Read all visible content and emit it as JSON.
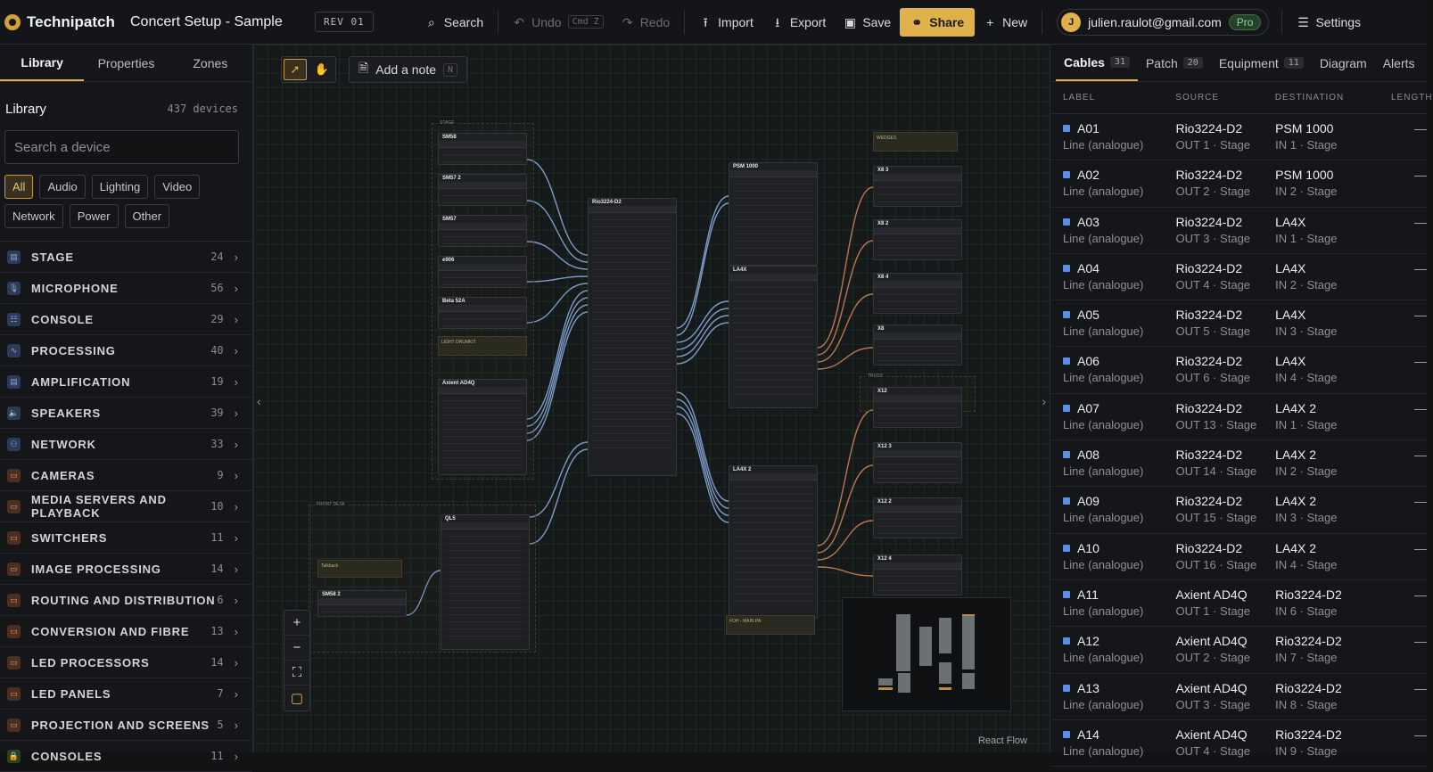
{
  "app": {
    "name": "Technipatch",
    "project_title": "Concert Setup - Sample",
    "revision": "REV 01"
  },
  "toolbar": {
    "search": "Search",
    "undo": "Undo",
    "undo_kbd": "Cmd Z",
    "redo": "Redo",
    "import": "Import",
    "export": "Export",
    "save": "Save",
    "share": "Share",
    "new": "New",
    "user_initial": "J",
    "user_email": "julien.raulot@gmail.com",
    "plan": "Pro",
    "settings": "Settings"
  },
  "left": {
    "tabs": [
      "Library",
      "Properties",
      "Zones"
    ],
    "title": "Library",
    "count": "437 devices",
    "search_placeholder": "Search a device",
    "filters": [
      "All",
      "Audio",
      "Lighting",
      "Video",
      "Network",
      "Power",
      "Other"
    ],
    "categories": [
      {
        "name": "STAGE",
        "count": "24"
      },
      {
        "name": "MICROPHONE",
        "count": "56"
      },
      {
        "name": "CONSOLE",
        "count": "29"
      },
      {
        "name": "PROCESSING",
        "count": "40"
      },
      {
        "name": "AMPLIFICATION",
        "count": "19"
      },
      {
        "name": "SPEAKERS",
        "count": "39"
      },
      {
        "name": "NETWORK",
        "count": "33"
      },
      {
        "name": "CAMERAS",
        "count": "9"
      },
      {
        "name": "MEDIA SERVERS AND PLAYBACK",
        "count": "10"
      },
      {
        "name": "SWITCHERS",
        "count": "11"
      },
      {
        "name": "IMAGE PROCESSING",
        "count": "14"
      },
      {
        "name": "ROUTING AND DISTRIBUTION",
        "count": "6"
      },
      {
        "name": "CONVERSION AND FIBRE",
        "count": "13"
      },
      {
        "name": "LED PROCESSORS",
        "count": "14"
      },
      {
        "name": "LED PANELS",
        "count": "7"
      },
      {
        "name": "PROJECTION AND SCREENS",
        "count": "5"
      },
      {
        "name": "CONSOLES",
        "count": "11"
      }
    ]
  },
  "canvas": {
    "add_note": "Add a note",
    "add_note_kbd": "N",
    "react_flow": "React Flow",
    "nodes": [
      {
        "title": "SM58"
      },
      {
        "title": "SM57 2"
      },
      {
        "title": "SM57"
      },
      {
        "title": "e906"
      },
      {
        "title": "Beta 52A"
      },
      {
        "title": "Axient AD4Q"
      },
      {
        "title": "Rio3224-D2"
      },
      {
        "title": "PSM 1000"
      },
      {
        "title": "LA4X"
      },
      {
        "title": "LA4X 2"
      },
      {
        "title": "QL5"
      },
      {
        "title": "SM58 2"
      },
      {
        "title": "X8 3"
      },
      {
        "title": "X8 2"
      },
      {
        "title": "X8 4"
      },
      {
        "title": "X8"
      },
      {
        "title": "X12"
      },
      {
        "title": "X12 3"
      },
      {
        "title": "X12 2"
      },
      {
        "title": "X12 4"
      }
    ],
    "notes": [
      "LIGHT DRUMKIT",
      "Talkback",
      "FOH - MAIN PA",
      "WEDGES"
    ],
    "groups": [
      "STAGE",
      "FRONT DESK",
      "TRUSS"
    ]
  },
  "right": {
    "tabs": [
      {
        "label": "Cables",
        "count": "31"
      },
      {
        "label": "Patch",
        "count": "20"
      },
      {
        "label": "Equipment",
        "count": "11"
      },
      {
        "label": "Diagram",
        "count": ""
      },
      {
        "label": "Alerts",
        "count": ""
      }
    ],
    "columns": [
      "LABEL",
      "SOURCE",
      "DESTINATION",
      "LENGTH"
    ],
    "rows": [
      {
        "label": "A01",
        "type": "Line (analogue)",
        "src": "Rio3224-D2",
        "src_port": "OUT 1 · Stage",
        "dst": "PSM 1000",
        "dst_port": "IN 1 · Stage",
        "len": "—"
      },
      {
        "label": "A02",
        "type": "Line (analogue)",
        "src": "Rio3224-D2",
        "src_port": "OUT 2 · Stage",
        "dst": "PSM 1000",
        "dst_port": "IN 2 · Stage",
        "len": "—"
      },
      {
        "label": "A03",
        "type": "Line (analogue)",
        "src": "Rio3224-D2",
        "src_port": "OUT 3 · Stage",
        "dst": "LA4X",
        "dst_port": "IN 1 · Stage",
        "len": "—"
      },
      {
        "label": "A04",
        "type": "Line (analogue)",
        "src": "Rio3224-D2",
        "src_port": "OUT 4 · Stage",
        "dst": "LA4X",
        "dst_port": "IN 2 · Stage",
        "len": "—"
      },
      {
        "label": "A05",
        "type": "Line (analogue)",
        "src": "Rio3224-D2",
        "src_port": "OUT 5 · Stage",
        "dst": "LA4X",
        "dst_port": "IN 3 · Stage",
        "len": "—"
      },
      {
        "label": "A06",
        "type": "Line (analogue)",
        "src": "Rio3224-D2",
        "src_port": "OUT 6 · Stage",
        "dst": "LA4X",
        "dst_port": "IN 4 · Stage",
        "len": "—"
      },
      {
        "label": "A07",
        "type": "Line (analogue)",
        "src": "Rio3224-D2",
        "src_port": "OUT 13 · Stage",
        "dst": "LA4X 2",
        "dst_port": "IN 1 · Stage",
        "len": "—"
      },
      {
        "label": "A08",
        "type": "Line (analogue)",
        "src": "Rio3224-D2",
        "src_port": "OUT 14 · Stage",
        "dst": "LA4X 2",
        "dst_port": "IN 2 · Stage",
        "len": "—"
      },
      {
        "label": "A09",
        "type": "Line (analogue)",
        "src": "Rio3224-D2",
        "src_port": "OUT 15 · Stage",
        "dst": "LA4X 2",
        "dst_port": "IN 3 · Stage",
        "len": "—"
      },
      {
        "label": "A10",
        "type": "Line (analogue)",
        "src": "Rio3224-D2",
        "src_port": "OUT 16 · Stage",
        "dst": "LA4X 2",
        "dst_port": "IN 4 · Stage",
        "len": "—"
      },
      {
        "label": "A11",
        "type": "Line (analogue)",
        "src": "Axient AD4Q",
        "src_port": "OUT 1 · Stage",
        "dst": "Rio3224-D2",
        "dst_port": "IN 6 · Stage",
        "len": "—"
      },
      {
        "label": "A12",
        "type": "Line (analogue)",
        "src": "Axient AD4Q",
        "src_port": "OUT 2 · Stage",
        "dst": "Rio3224-D2",
        "dst_port": "IN 7 · Stage",
        "len": "—"
      },
      {
        "label": "A13",
        "type": "Line (analogue)",
        "src": "Axient AD4Q",
        "src_port": "OUT 3 · Stage",
        "dst": "Rio3224-D2",
        "dst_port": "IN 8 · Stage",
        "len": "—"
      },
      {
        "label": "A14",
        "type": "Line (analogue)",
        "src": "Axient AD4Q",
        "src_port": "OUT 4 · Stage",
        "dst": "Rio3224-D2",
        "dst_port": "IN 9 · Stage",
        "len": "—"
      }
    ]
  }
}
